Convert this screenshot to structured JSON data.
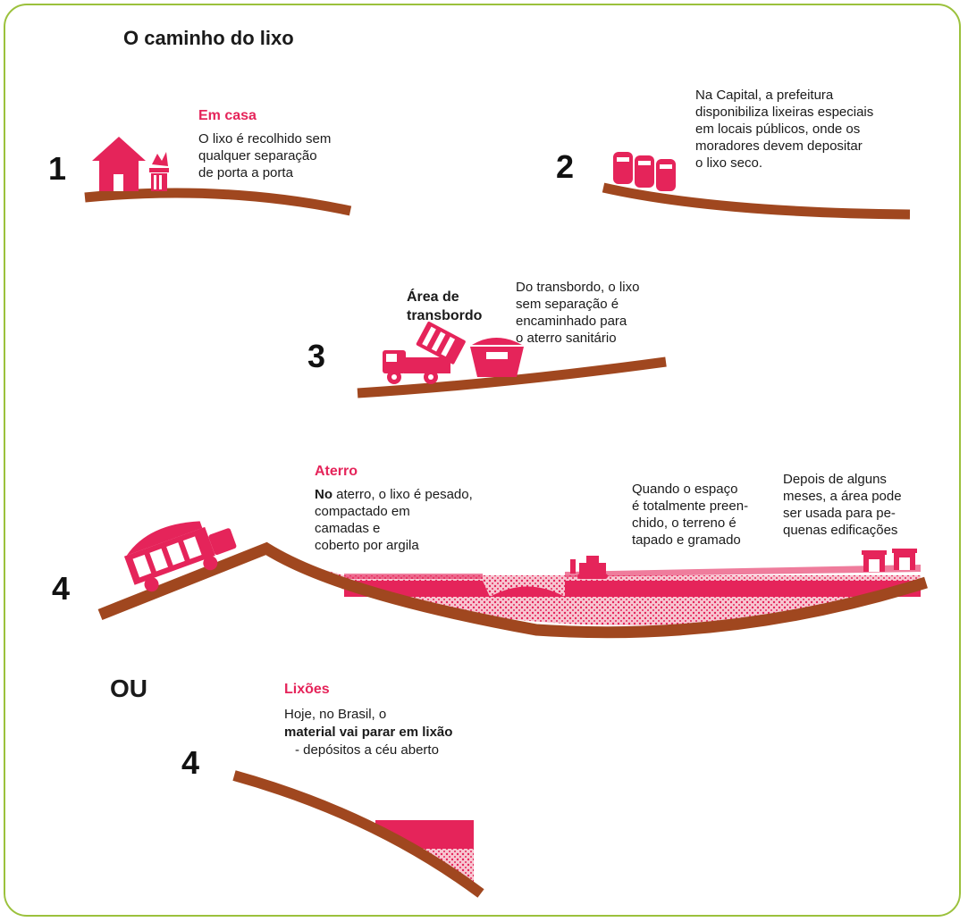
{
  "title": "O caminho do lixo",
  "step1": {
    "number": "1",
    "heading": "Em casa",
    "text": "O lixo é recolhido sem\nqualquer separação\nde porta a porta"
  },
  "step2": {
    "number": "2",
    "text": "Na Capital, a prefeitura\ndisponibiliza lixeiras especiais\nem locais públicos, onde os\nmoradores devem depositar\no lixo seco."
  },
  "step3": {
    "number": "3",
    "heading": "Área de\ntransbordo",
    "text": "Do transbordo, o lixo\nsem separação é\nencaminhado para\no aterro sanitário"
  },
  "step4": {
    "number": "4",
    "heading": "Aterro",
    "text_bold": "No",
    "text": " aterro, o lixo é pesado,\n compactado em\n camadas e\n coberto por argila",
    "text_space": "Quando o espaço\né totalmente preen-\nchido, o terreno é\ntapado e gramado",
    "text_months": "Depois de alguns\nmeses, a área pode\nser usada para pe-\nquenas edificações"
  },
  "or_label": "OU",
  "step4b": {
    "number": "4",
    "heading": "Lixões",
    "text_line1": "Hoje, no Brasil, o",
    "text_bold": "material vai parar em lixão",
    "text_line3": "- depósitos a céu aberto"
  },
  "colors": {
    "accent": "#e5245a",
    "ground": "#a0471f",
    "border": "#9bc13c"
  },
  "icons": [
    "house-icon",
    "trash-can-icon",
    "bins-icon",
    "dump-truck-icon",
    "dumpster-icon",
    "loaded-truck-icon",
    "bulldozer-icon",
    "building-icon"
  ]
}
